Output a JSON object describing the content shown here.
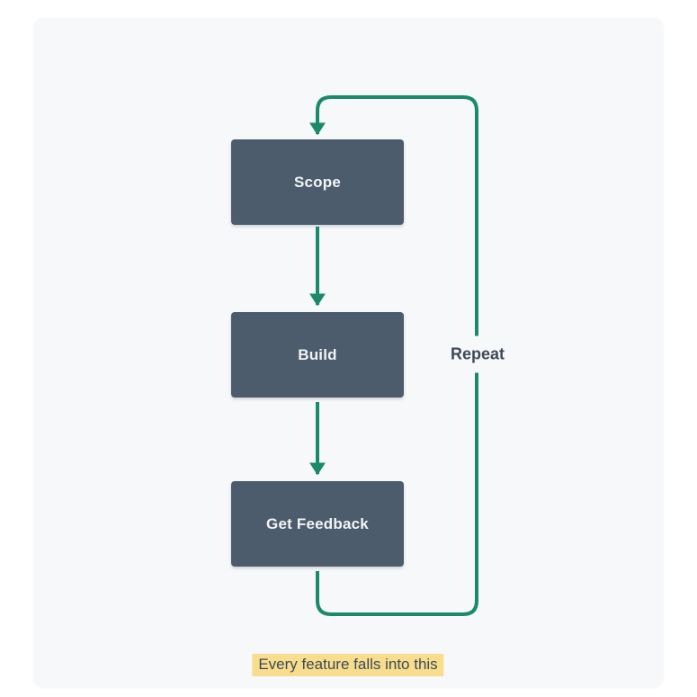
{
  "canvas": {
    "page_bg": "#ffffff",
    "card_bg": "#f7f8fa"
  },
  "diagram": {
    "type": "flowchart",
    "nodes": [
      {
        "id": "scope",
        "label": "Scope"
      },
      {
        "id": "build",
        "label": "Build"
      },
      {
        "id": "get-feedback",
        "label": "Get Feedback"
      }
    ],
    "edges": [
      {
        "from": "scope",
        "to": "build"
      },
      {
        "from": "build",
        "to": "get-feedback"
      },
      {
        "from": "get-feedback",
        "to": "scope",
        "label": "Repeat"
      }
    ],
    "loop_label": "Repeat",
    "caption": "Every feature falls into this",
    "colors": {
      "node_fill": "#4c5c6c",
      "node_text": "#f2f4f6",
      "connector": "#1b8a6b",
      "label_text": "#3d4b58",
      "caption_highlight": "#f8dd8d"
    }
  }
}
